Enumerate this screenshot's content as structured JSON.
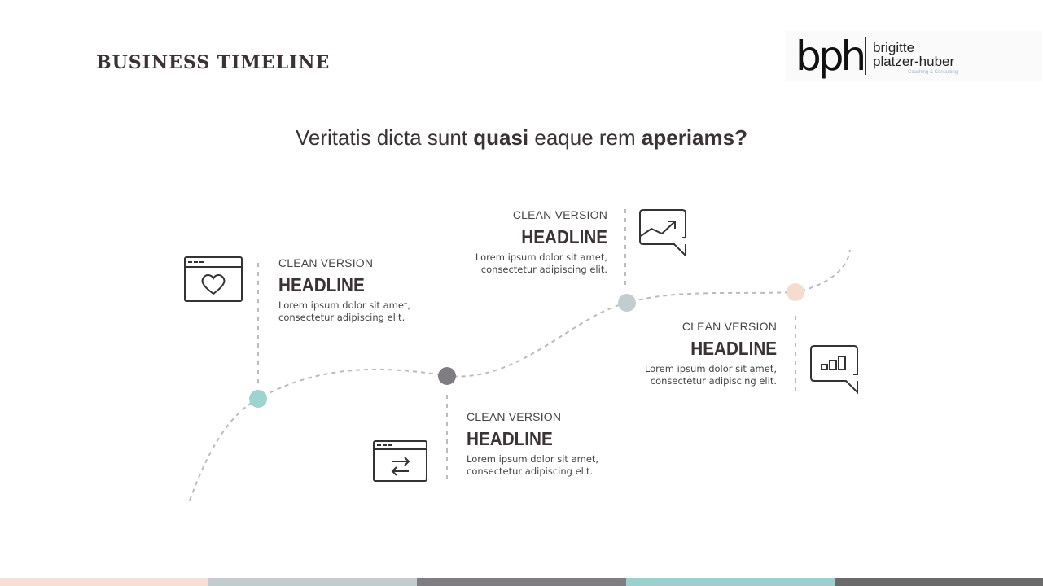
{
  "title": "BUSINESS TIMELINE",
  "logo": {
    "mark": "bph",
    "name_line1": "brigitte",
    "name_line2": "platzer-huber",
    "tagline": "Coaching & Consulting"
  },
  "question": {
    "part1": "Veritatis dicta sunt ",
    "bold1": "quasi",
    "part2": " eaque rem ",
    "bold2": "aperiams?"
  },
  "milestones": [
    {
      "icon": "browser-heart-icon",
      "color": "#9fd3d0",
      "subtitle": "CLEAN VERSION",
      "headline": "HEADLINE",
      "text_line1": "Lorem ipsum dolor sit amet,",
      "text_line2": "consectetur adipiscing elit."
    },
    {
      "icon": "browser-swap-icon",
      "color": "#7f7d82",
      "subtitle": "CLEAN VERSION",
      "headline": "HEADLINE",
      "text_line1": "Lorem ipsum dolor sit amet,",
      "text_line2": "consectetur adipiscing elit."
    },
    {
      "icon": "chat-trend-chart-icon",
      "color": "#c3cdd0",
      "subtitle": "CLEAN VERSION",
      "headline": "HEADLINE",
      "text_line1": "Lorem ipsum dolor sit amet,",
      "text_line2": "consectetur adipiscing elit."
    },
    {
      "icon": "chat-bar-chart-icon",
      "color": "#f5dccf",
      "subtitle": "CLEAN VERSION",
      "headline": "HEADLINE",
      "text_line1": "Lorem ipsum dolor sit amet,",
      "text_line2": "consectetur adipiscing elit."
    }
  ],
  "footer_colors": [
    "#f5e0d5",
    "#c2cbcd",
    "#7f7d82",
    "#9dd0cc",
    "#6a6a6a"
  ]
}
